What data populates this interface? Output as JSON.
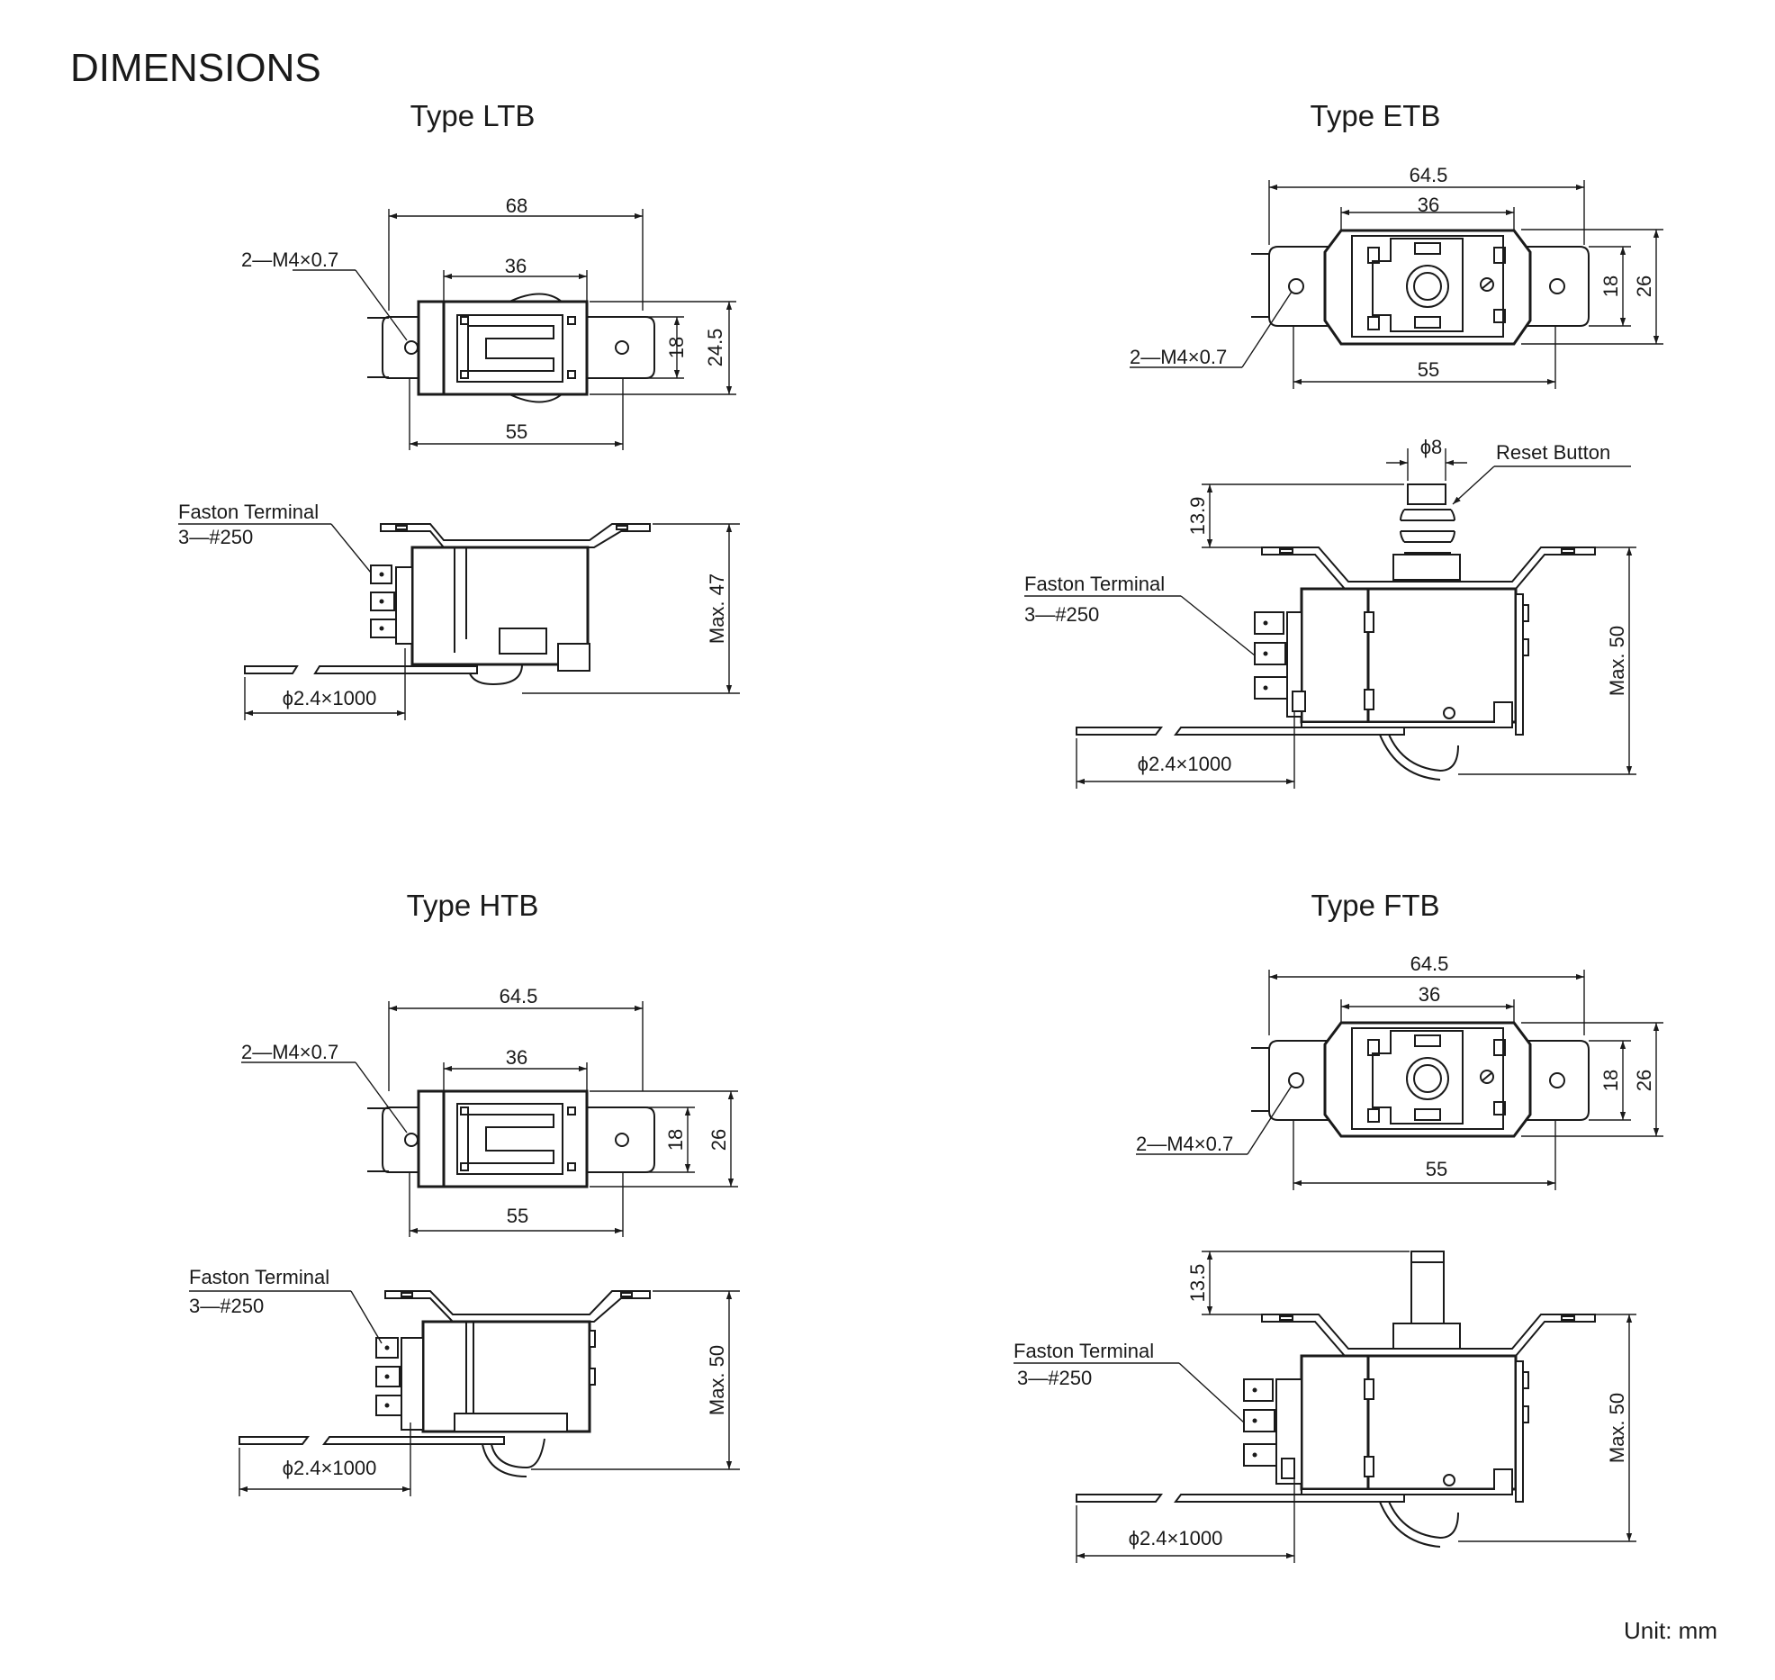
{
  "page": {
    "title": "DIMENSIONS",
    "unit_label": "Unit: mm"
  },
  "ltb": {
    "title": "Type LTB",
    "top_view": {
      "width_overall": "68",
      "width_body": "36",
      "hole_pitch": "55",
      "height_inner": "18",
      "height_outer": "24.5",
      "screw": "2—M4×0.7"
    },
    "side_view": {
      "terminal_label": "Faston Terminal",
      "terminal_spec": "3—#250",
      "capillary": "ϕ2.4×1000",
      "max_height": "Max. 47"
    }
  },
  "etb": {
    "title": "Type ETB",
    "top_view": {
      "width_overall": "64.5",
      "width_body": "36",
      "hole_pitch": "55",
      "height_inner": "18",
      "height_outer": "26",
      "screw": "2—M4×0.7"
    },
    "side_view": {
      "button_dia": "ϕ8",
      "reset_label": "Reset Button",
      "button_height": "13.9",
      "terminal_label": "Faston Terminal",
      "terminal_spec": "3—#250",
      "capillary": "ϕ2.4×1000",
      "max_height": "Max. 50"
    }
  },
  "htb": {
    "title": "Type HTB",
    "top_view": {
      "width_overall": "64.5",
      "width_body": "36",
      "hole_pitch": "55",
      "height_inner": "18",
      "height_outer": "26",
      "screw": "2—M4×0.7"
    },
    "side_view": {
      "terminal_label": "Faston Terminal",
      "terminal_spec": "3—#250",
      "capillary": "ϕ2.4×1000",
      "max_height": "Max. 50"
    }
  },
  "ftb": {
    "title": "Type FTB",
    "top_view": {
      "width_overall": "64.5",
      "width_body": "36",
      "hole_pitch": "55",
      "height_inner": "18",
      "height_outer": "26",
      "screw": "2—M4×0.7"
    },
    "side_view": {
      "shaft_height": "13.5",
      "terminal_label": "Faston Terminal",
      "terminal_spec": "3—#250",
      "capillary": "ϕ2.4×1000",
      "max_height": "Max. 50"
    }
  }
}
